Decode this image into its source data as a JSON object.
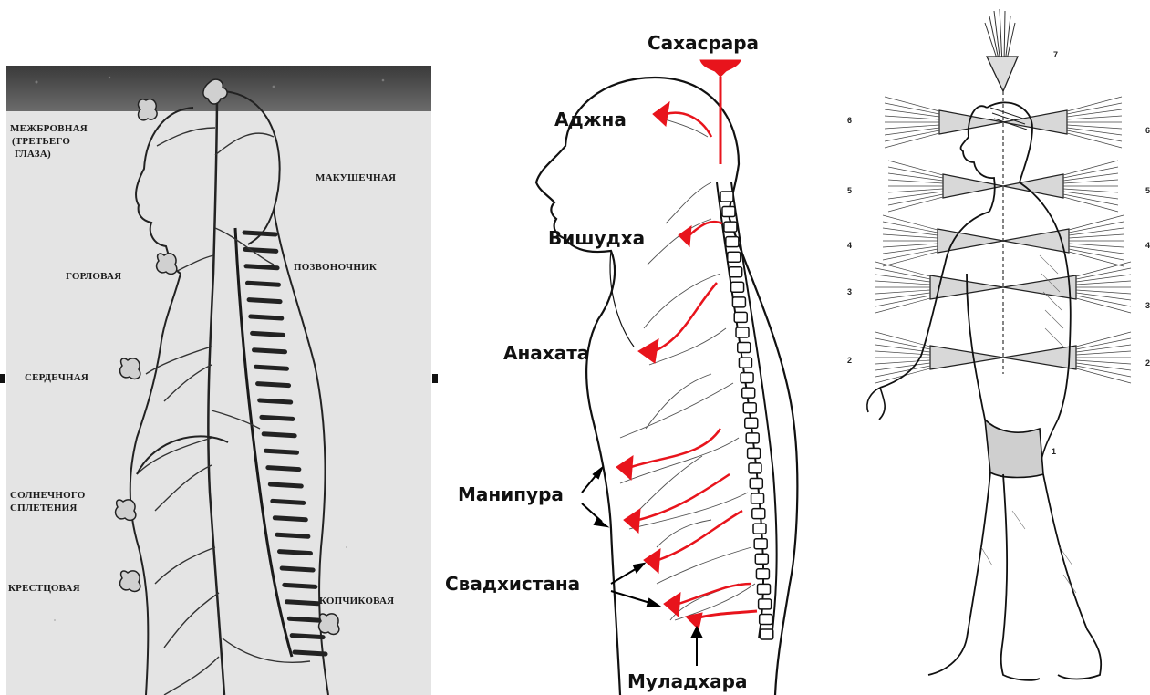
{
  "panel1": {
    "labels": {
      "mezhbrovnaya": "МЕЖБРОВНАЯ",
      "tretego": "(ТРЕТЬЕГО",
      "glaza": "ГЛАЗА)",
      "makushechnaya": "МАКУШЕЧНАЯ",
      "gorlovaya": "ГОРЛОВАЯ",
      "pozvonochnik": "ПОЗВОНОЧНИК",
      "serdechnaya": "СЕРДЕЧНАЯ",
      "solnechnogo": "СОЛНЕЧНОГО",
      "spleteniya": "СПЛЕТЕНИЯ",
      "krestsovaya": "КРЕСТЦОВАЯ",
      "kopchikovaya": "КОПЧИКОВАЯ"
    }
  },
  "panel2": {
    "accent_color": "#e8141c",
    "labels": {
      "sahasrara": "Сахасрара",
      "adzhna": "Аджна",
      "vishudha": "Вишудха",
      "anahata": "Анахата",
      "manipura": "Манипура",
      "svadhistana": "Свадхистана",
      "muladhara": "Муладхара"
    }
  },
  "panel3": {
    "numbers": {
      "n7": "7",
      "n6l": "6",
      "n6r": "6",
      "n5l": "5",
      "n5r": "5",
      "n4l": "4",
      "n4r": "4",
      "n3l": "3",
      "n3r": "3",
      "n2l": "2",
      "n2r": "2",
      "n1": "1"
    }
  }
}
